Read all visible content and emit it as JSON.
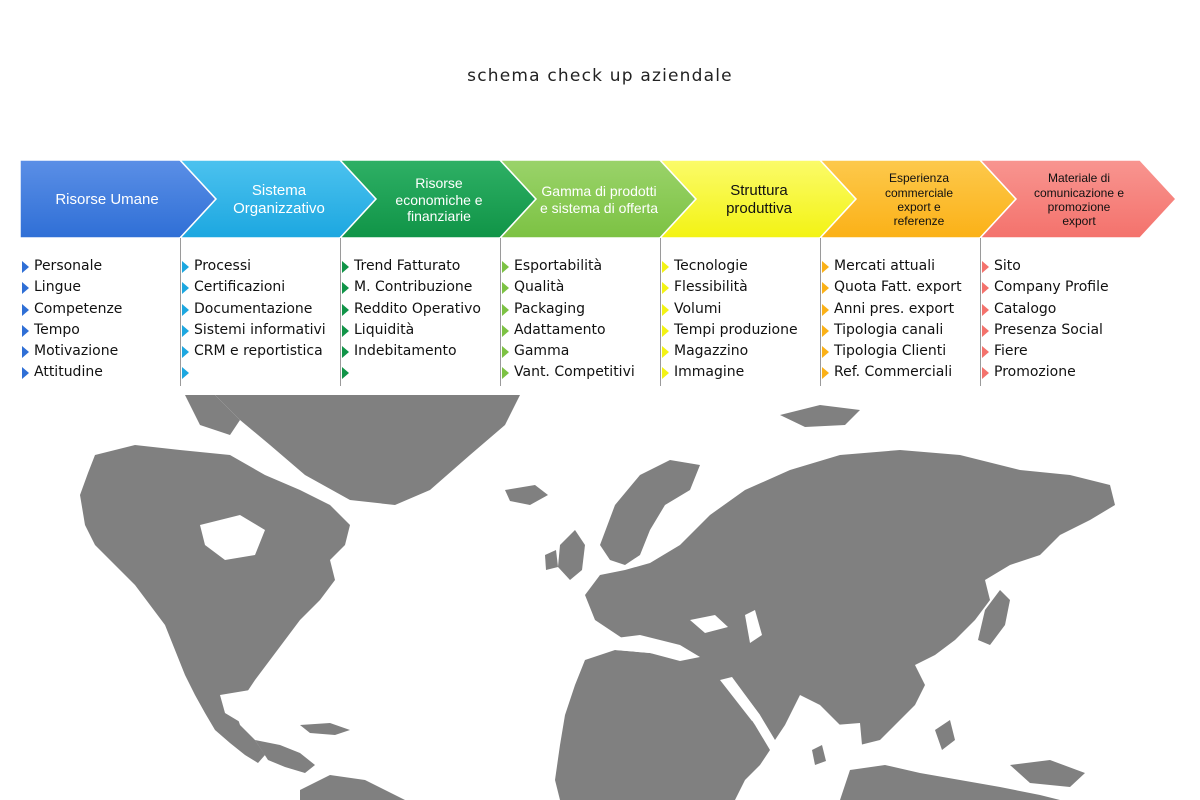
{
  "title": "schema check up aziendale",
  "stages": [
    {
      "label": "Risorse Umane",
      "color": "#2f6fd6",
      "color_light": "#5b8fe6",
      "text_color": "#ffffff",
      "font_size": 15,
      "items": [
        "Personale",
        "Lingue",
        "Competenze",
        "Tempo",
        "Motivazione",
        "Attitudine"
      ]
    },
    {
      "label": "Sistema\nOrganizzativo",
      "color": "#1ca7e0",
      "color_light": "#4cc2ef",
      "text_color": "#ffffff",
      "font_size": 15,
      "items": [
        "Processi",
        "Certificazioni",
        "Documentazione",
        "Sistemi informativi",
        "CRM e reportistica",
        ""
      ]
    },
    {
      "label": "Risorse\neconomiche e\nfinanziarie",
      "color": "#109447",
      "color_light": "#2eb065",
      "text_color": "#ffffff",
      "font_size": 14,
      "items": [
        "Trend Fatturato",
        "M. Contribuzione",
        "Reddito Operativo",
        "Liquidità",
        "Indebitamento",
        ""
      ]
    },
    {
      "label": "Gamma di prodotti\ne sistema di offerta",
      "color": "#7cc243",
      "color_light": "#9ad36a",
      "text_color": "#ffffff",
      "font_size": 14,
      "items": [
        "Esportabilità",
        "Qualità",
        "Packaging",
        "Adattamento",
        "Gamma",
        "Vant. Competitivi"
      ]
    },
    {
      "label": "Struttura\nproduttiva",
      "color": "#f3f313",
      "color_light": "#fbfb6a",
      "text_color": "#111111",
      "font_size": 15,
      "items": [
        "Tecnologie",
        "Flessibilità",
        "Volumi",
        "Tempi produzione",
        "Magazzino",
        "Immagine"
      ]
    },
    {
      "label": "Esperienza\ncommerciale\nexport e\nreferenze",
      "color": "#fbb117",
      "color_light": "#fdc94c",
      "text_color": "#111111",
      "font_size": 12,
      "items": [
        "Mercati attuali",
        "Quota Fatt. export",
        "Anni pres. export",
        "Tipologia canali",
        "Tipologia Clienti",
        "Ref. Commerciali"
      ]
    },
    {
      "label": "Materiale di\ncomunicazione e\npromozione\nexport",
      "color": "#f4726c",
      "color_light": "#f89590",
      "text_color": "#111111",
      "font_size": 12,
      "items": [
        "Sito",
        "Company Profile",
        "Catalogo",
        "Presenza Social",
        "Fiere",
        "Promozione"
      ]
    }
  ],
  "map_color": "#808080"
}
